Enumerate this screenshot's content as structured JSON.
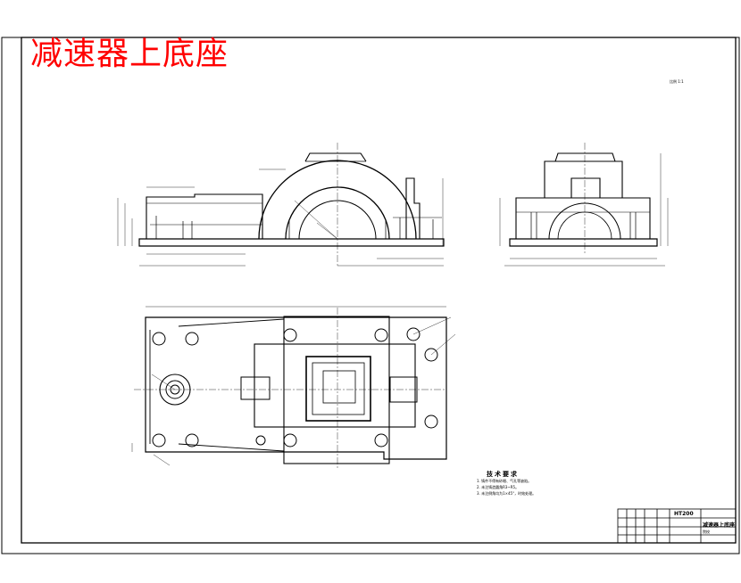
{
  "drawing_title": "减速器上底座",
  "scale_note": "比例 1:1",
  "tech_requirements": {
    "title": "技术要求",
    "items": [
      "1. 铸件不得有砂眼、气孔等缺陷。",
      "2. 未注铸造圆角R3~R5。",
      "3. 未注倒角均为1×45°，时效处理。"
    ]
  },
  "title_block": {
    "drawing_code": "HT200",
    "part_name": "减速器上底座",
    "school": "院校"
  }
}
